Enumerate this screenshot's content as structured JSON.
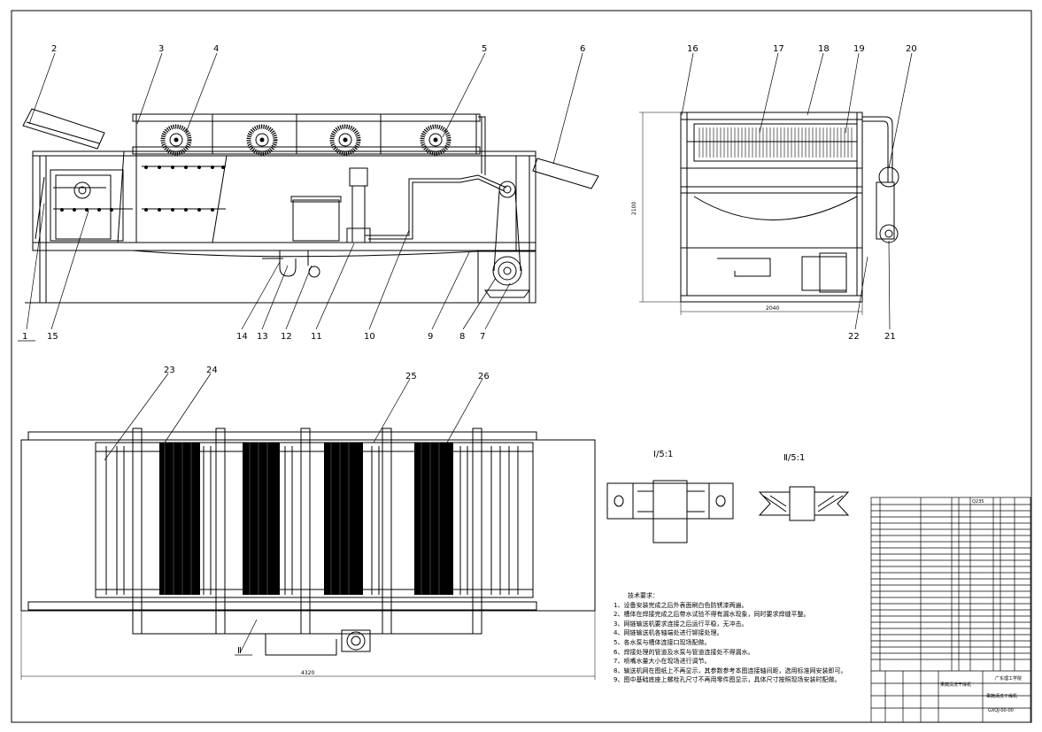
{
  "labels": {
    "l1": "1",
    "l2": "2",
    "l3": "3",
    "l4": "4",
    "l5": "5",
    "l6": "6",
    "l7": "7",
    "l8": "8",
    "l9": "9",
    "l10": "10",
    "l11": "11",
    "l12": "12",
    "l13": "13",
    "l14": "14",
    "l15": "15",
    "l16": "16",
    "l17": "17",
    "l18": "18",
    "l19": "19",
    "l20": "20",
    "l21": "21",
    "l22": "22",
    "l23": "23",
    "l24": "24",
    "l25": "25",
    "l26": "26"
  },
  "section_marks": {
    "roman_two": "Ⅱ"
  },
  "details": {
    "detail1": "Ⅰ/5:1",
    "detail2": "Ⅱ/5:1"
  },
  "dims": {
    "side_height": "2100",
    "side_width": "2040",
    "plan_length": "4320"
  },
  "notes": {
    "title": "技术要求：",
    "items": [
      "1、设备安装完成之后外表面刷白色防锈漆两遍。",
      "2、槽体在焊接完成之后带水试验不得有漏水现象，同时要求焊缝平整。",
      "3、网链输送机要求连接之后运行平稳，无冲击。",
      "4、网链输送机各轴端处进行铆接处理。",
      "5、各水泵与槽体连接口现场配做。",
      "6、焊接处理的管道及水泵与管道连接处不得漏水。",
      "7、喷嘴水量大小在现场进行调节。",
      "8、输送机网在图纸上不再显示，其参数参考本图连接轴间距，选用标准网安装即可。",
      "9、图中基础底座上螺栓孔尺寸不再用零件图显示，具体尺寸按照现场安装时配做。"
    ]
  },
  "title_block": {
    "school": "广东理工学院",
    "name1": "果蔬清洗干燥机",
    "name2": "果蔬清洗干燥机",
    "drawing_no": "GXQJ-00-00",
    "material_q235": "Q235"
  }
}
